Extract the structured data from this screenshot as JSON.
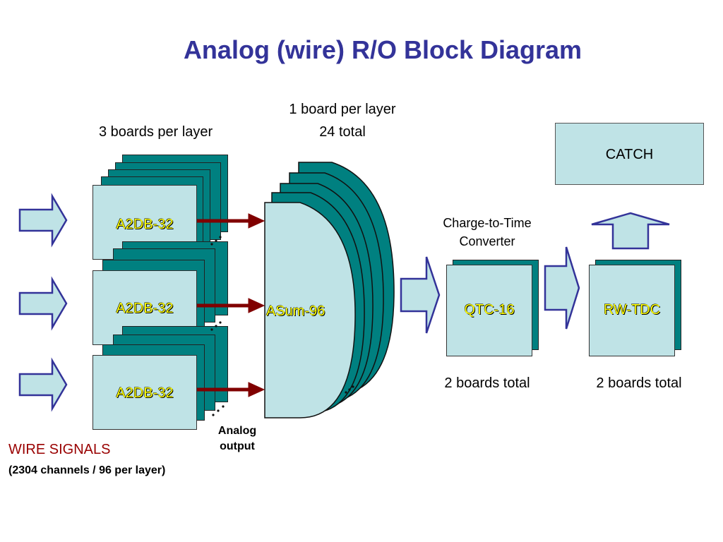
{
  "title": "Analog (wire) R/O Block Diagram",
  "labels": {
    "a2db_count": "3 boards per layer",
    "asum_count_line1": "1 board per layer",
    "asum_count_line2": "24 total",
    "qtc_desc_line1": "Charge-to-Time",
    "qtc_desc_line2": "Converter",
    "qtc_total": "2 boards total",
    "tdc_total": "2 boards total",
    "analog_output_line1": "Analog",
    "analog_output_line2": "output",
    "wire_signals": "WIRE SIGNALS",
    "channels": "(2304 channels / 96 per layer)"
  },
  "blocks": {
    "a2db": [
      "A2DB-32",
      "A2DB-32",
      "A2DB-32"
    ],
    "asum": "ASum-96",
    "qtc": "QTC-16",
    "tdc": "RW-TDC",
    "catch": "CATCH"
  },
  "colors": {
    "title": "#333399",
    "box_fill": "#bfe3e6",
    "stack_fill": "#008080",
    "arrow_fill": "#bfe3e6",
    "arrow_stroke": "#333399",
    "signal_arrow": "#800000",
    "block_text": "#ffff00",
    "wire_signals": "#990000"
  }
}
